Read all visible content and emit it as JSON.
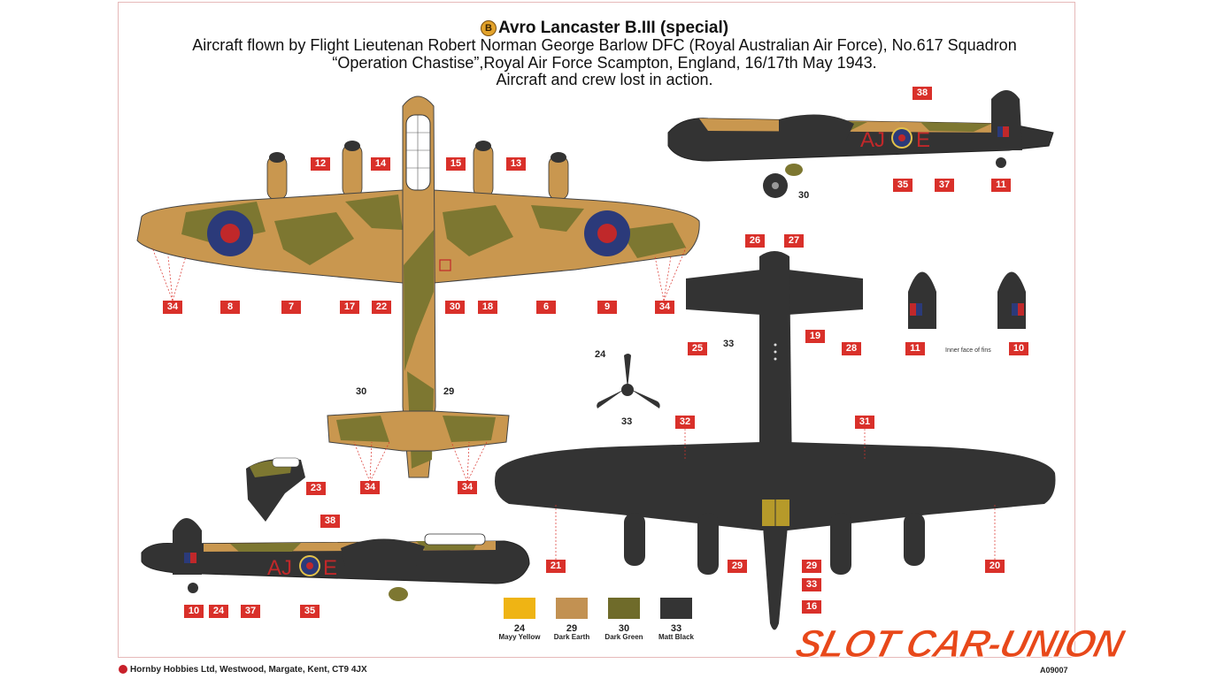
{
  "header": {
    "scheme_badge": "B",
    "title": "Avro Lancaster B.III (special)",
    "line2": "Aircraft flown by Flight Lieutenan Robert Norman George Barlow DFC (Royal Australian Air Force), No.617 Squadron",
    "line3": "“Operation Chastise”,Royal Air Force Scampton, England, 16/17th May 1943.",
    "line4": "Aircraft and crew lost in action."
  },
  "callouts": {
    "c12": "12",
    "c14": "14",
    "c15": "15",
    "c13": "13",
    "c34a": "34",
    "c8": "8",
    "c7": "7",
    "c17": "17",
    "c22": "22",
    "c30": "30",
    "c18": "18",
    "c6": "6",
    "c9": "9",
    "c34b": "34",
    "c34c": "34",
    "c34d": "34",
    "c23": "23",
    "c38a": "38",
    "c10a": "10",
    "c24": "24",
    "c37a": "37",
    "c35a": "35",
    "c38b": "38",
    "c35b": "35",
    "c37b": "37",
    "c11a": "11",
    "c26": "26",
    "c27": "27",
    "c19": "19",
    "c25": "25",
    "c28": "28",
    "c11b": "11",
    "c10b": "10",
    "c32": "32",
    "c31": "31",
    "c21": "21",
    "c29a": "29",
    "c29b": "29",
    "c33": "33",
    "c16": "16",
    "c20": "20"
  },
  "plain_numbers": {
    "p30a": "30",
    "p29a": "29",
    "p30b": "30",
    "p33a": "33",
    "p24": "24",
    "p33b": "33"
  },
  "inner_note": "Inner face of fins",
  "swatches": [
    {
      "num": "24",
      "name": "Mayy Yellow",
      "color": "#efb414"
    },
    {
      "num": "29",
      "name": "Dark Earth",
      "color": "#c29152"
    },
    {
      "num": "30",
      "name": "Dark Green",
      "color": "#6f6b2a"
    },
    {
      "num": "33",
      "name": "Matt Black",
      "color": "#343434"
    }
  ],
  "colors": {
    "dark_earth": "#c9974f",
    "dark_green": "#7d7731",
    "black": "#333333",
    "roundel_blue": "#2b3a7a",
    "roundel_red": "#c0282a",
    "callout_red": "#d9302a"
  },
  "footer": {
    "address": "Hornby Hobbies Ltd, Westwood, Margate, Kent, CT9 4JX",
    "code": "A09007",
    "watermark": "SLOT CAR-UNION"
  }
}
